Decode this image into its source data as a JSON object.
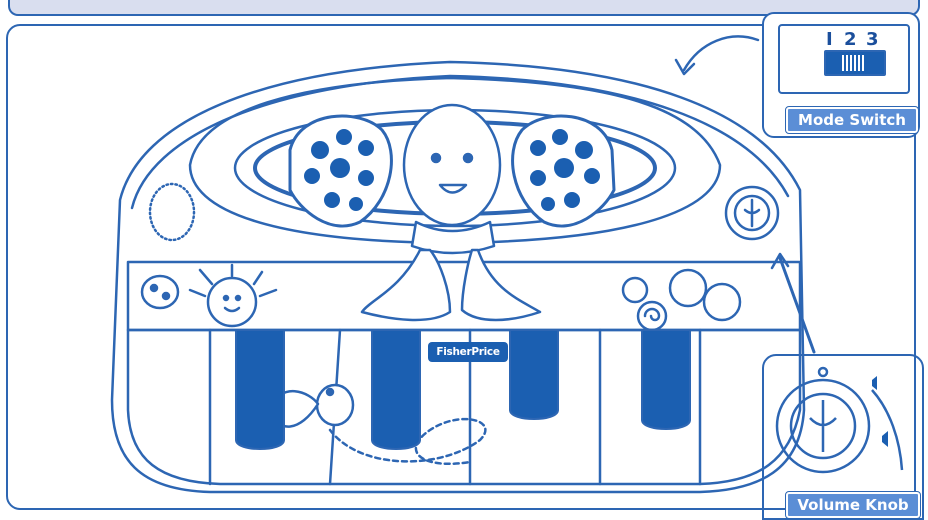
{
  "callouts": {
    "mode_switch": {
      "label": "Mode Switch",
      "positions": [
        "I",
        "2",
        "3"
      ]
    },
    "volume_knob": {
      "label": "Volume Knob"
    }
  },
  "brand": {
    "logo_text": "FisherPrice"
  },
  "colors": {
    "line": "#2d66b3",
    "fill_dark": "#1b5fb1",
    "tag": "#5b8ed6",
    "top_bar": "#d9deef"
  }
}
